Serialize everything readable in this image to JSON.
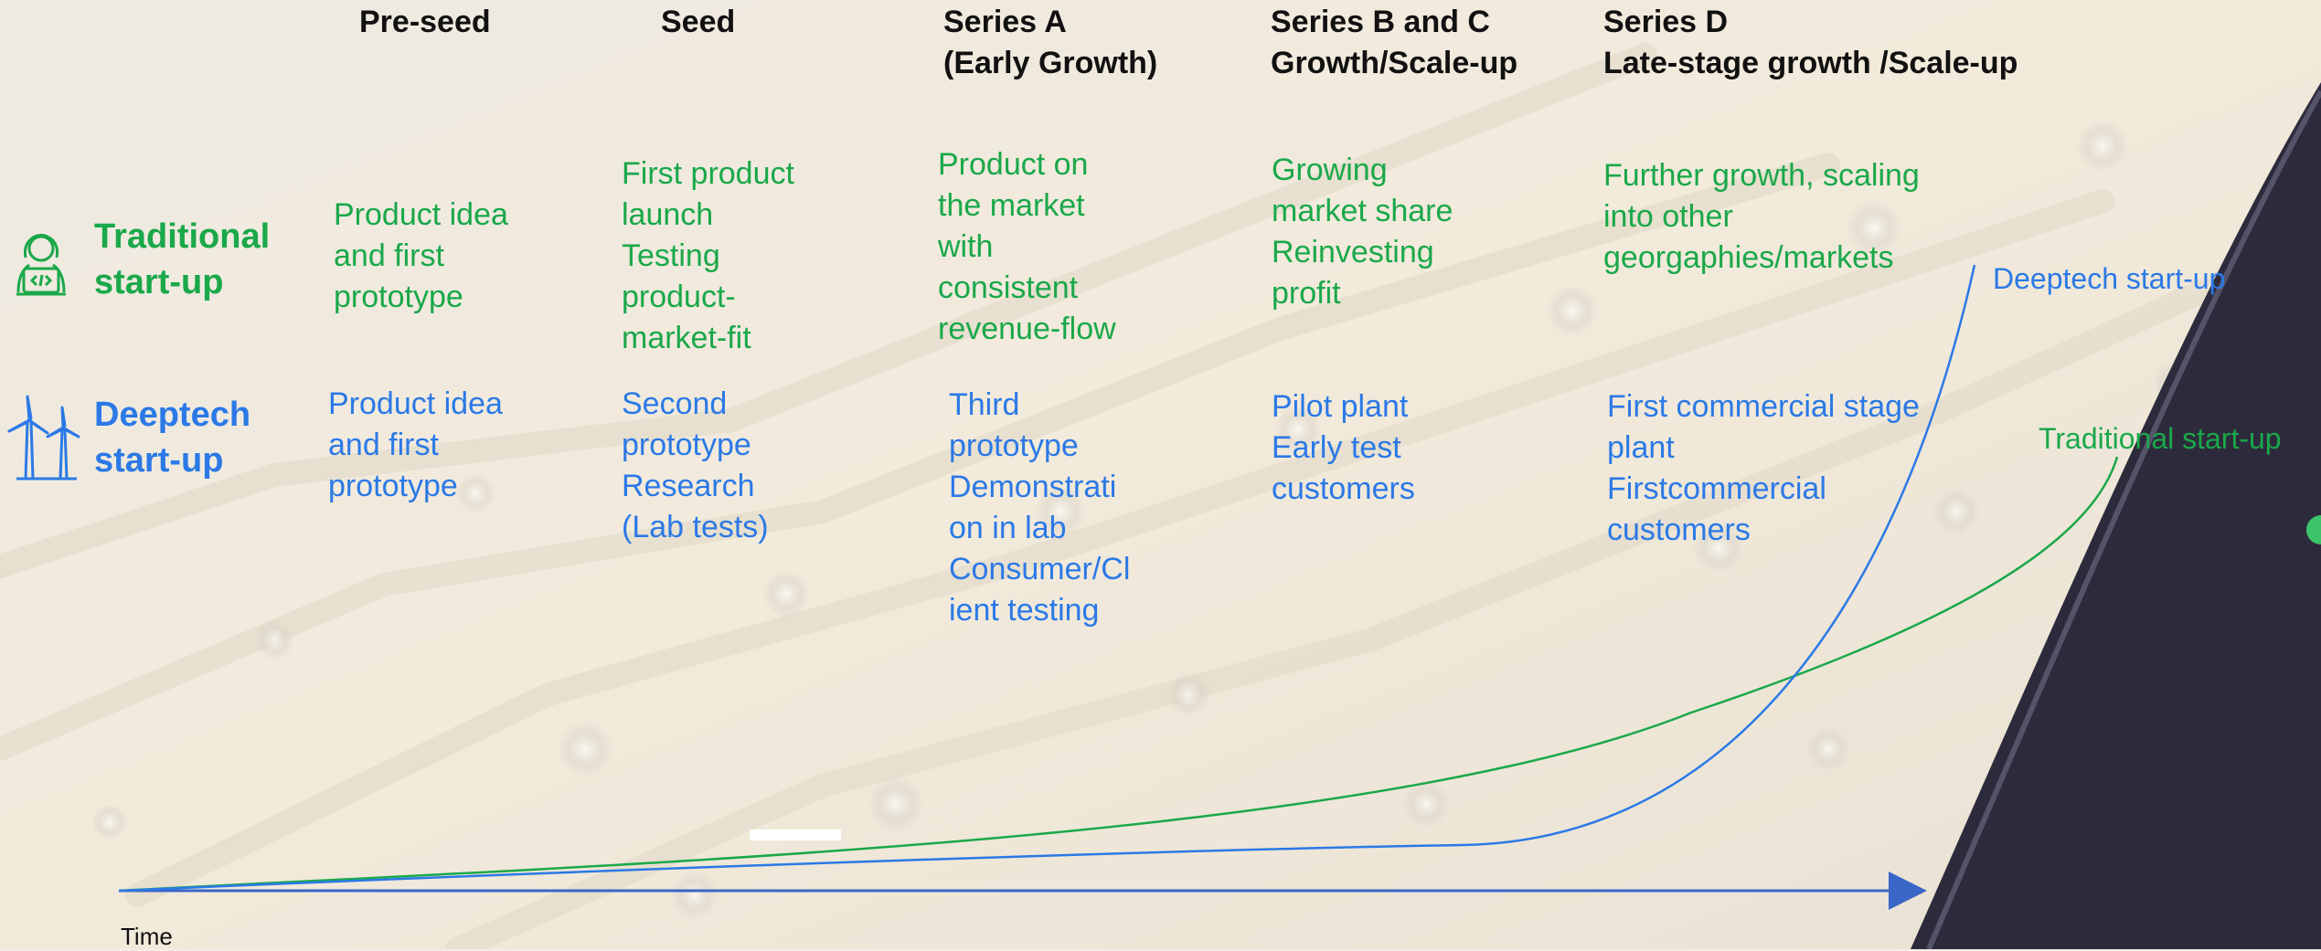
{
  "stages": [
    {
      "title": "Pre-seed"
    },
    {
      "title": "Seed"
    },
    {
      "title": "Series A\n(Early Growth)"
    },
    {
      "title": "Series B and C\nGrowth/Scale-up"
    },
    {
      "title": "Series D\nLate-stage growth /Scale-up"
    }
  ],
  "rows": {
    "traditional": {
      "label": "Traditional\nstart-up",
      "icon": "developer-icon",
      "color": "#1aa84a",
      "cells": [
        "Product idea\nand first\nprototype",
        "First product\nlaunch\nTesting\nproduct-\nmarket-fit",
        "Product on\nthe market\nwith\nconsistent\nrevenue-flow",
        "Growing\nmarket share\nReinvesting\nprofit",
        "Further growth, scaling\ninto other\ngeorgaphies/markets"
      ]
    },
    "deeptech": {
      "label": "Deeptech\nstart-up",
      "icon": "wind-turbine-icon",
      "color": "#2b79e6",
      "cells": [
        "Product idea\nand first\nprototype",
        "Second\nprototype\nResearch\n(Lab tests)",
        "Third\nprototype\nDemonstrati\non in lab\nConsumer/Cl\nient testing",
        "Pilot plant\nEarly test\ncustomers",
        "First commercial stage\nplant\nFirstcommercial\ncustomers"
      ]
    }
  },
  "curves": {
    "deeptech_label": "Deeptech start-up",
    "traditional_label": "Traditional start-up"
  },
  "axis": {
    "label": "Time",
    "color": "#3a66c8"
  }
}
